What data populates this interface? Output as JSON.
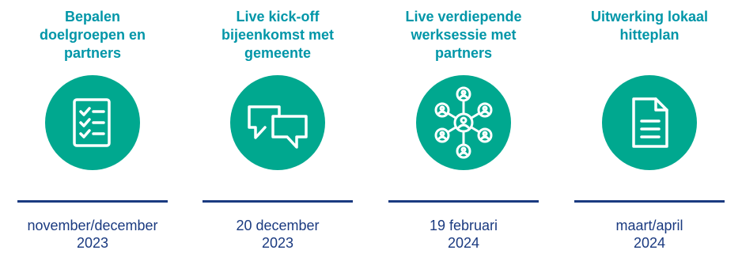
{
  "steps": [
    {
      "title": "Bepalen\ndoelgroepen en\npartners",
      "icon": "checklist-icon",
      "date": "november/december\n2023"
    },
    {
      "title": "Live kick-off\nbijeenkomst met\ngemeente",
      "icon": "chat-bubbles-icon",
      "date": "20 december\n2023"
    },
    {
      "title": "Live verdiepende\nwerksessie met\npartners",
      "icon": "network-people-icon",
      "date": "19 februari\n2024"
    },
    {
      "title": "Uitwerking lokaal\nhitteplan",
      "icon": "document-icon",
      "date": "maart/april\n2024"
    }
  ],
  "colors": {
    "title": "#0096a8",
    "icon_circle": "#00a88f",
    "divider": "#1a3a80",
    "date": "#1a3a80"
  }
}
